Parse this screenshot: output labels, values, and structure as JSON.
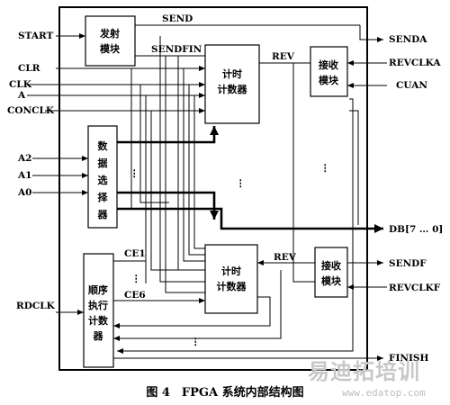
{
  "signals": {
    "start": "START",
    "clr": "CLR",
    "clk": "CLK",
    "a": "A",
    "conclk": "CONCLK",
    "a2": "A2",
    "a1": "A1",
    "a0": "A0",
    "rdclk": "RDCLK",
    "send": "SEND",
    "sendfin": "SENDFIN",
    "rev_top": "REV",
    "rev_bottom": "REV",
    "ce1": "CE1",
    "ce6": "CE6",
    "senda": "SENDA",
    "revclka": "REVCLKA",
    "cuan": "CUAN",
    "db": "DB[7 … 0]",
    "sendf": "SENDF",
    "revclkf": "REVCLKF",
    "finish": "FINISH"
  },
  "blocks": {
    "transmit": [
      "发射",
      "模块"
    ],
    "timer_top": [
      "计时",
      "计数器"
    ],
    "receive_top": [
      "接收",
      "模块"
    ],
    "selector": [
      "数",
      "据",
      "选",
      "择",
      "器"
    ],
    "timer_bottom": [
      "计时",
      "计数器"
    ],
    "receive_bottom": [
      "接收",
      "模块"
    ],
    "sequencer": [
      "顺序",
      "执行",
      "计数",
      "器"
    ]
  },
  "dots": "⋮",
  "caption": "图 4　FPGA 系统内部结构图",
  "watermark": {
    "name": "易迪拓培训",
    "url": "www.edatop.com"
  }
}
